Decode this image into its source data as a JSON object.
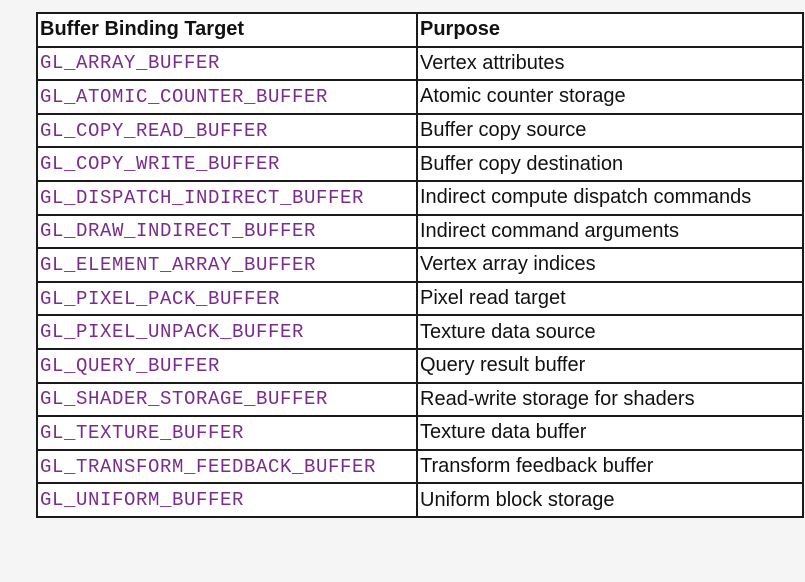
{
  "table": {
    "headers": {
      "target": "Buffer Binding Target",
      "purpose": "Purpose"
    },
    "rows": [
      {
        "target": "GL_ARRAY_BUFFER",
        "purpose": "Vertex attributes"
      },
      {
        "target": "GL_ATOMIC_COUNTER_BUFFER",
        "purpose": "Atomic counter storage"
      },
      {
        "target": "GL_COPY_READ_BUFFER",
        "purpose": "Buffer copy source"
      },
      {
        "target": "GL_COPY_WRITE_BUFFER",
        "purpose": "Buffer copy destination"
      },
      {
        "target": "GL_DISPATCH_INDIRECT_BUFFER",
        "purpose": "Indirect compute dispatch commands"
      },
      {
        "target": "GL_DRAW_INDIRECT_BUFFER",
        "purpose": "Indirect command arguments"
      },
      {
        "target": "GL_ELEMENT_ARRAY_BUFFER",
        "purpose": "Vertex array indices"
      },
      {
        "target": "GL_PIXEL_PACK_BUFFER",
        "purpose": "Pixel read target"
      },
      {
        "target": "GL_PIXEL_UNPACK_BUFFER",
        "purpose": "Texture data source"
      },
      {
        "target": "GL_QUERY_BUFFER",
        "purpose": "Query result buffer"
      },
      {
        "target": "GL_SHADER_STORAGE_BUFFER",
        "purpose": "Read-write storage for shaders"
      },
      {
        "target": "GL_TEXTURE_BUFFER",
        "purpose": "Texture data buffer"
      },
      {
        "target": "GL_TRANSFORM_FEEDBACK_BUFFER",
        "purpose": "Transform feedback buffer"
      },
      {
        "target": "GL_UNIFORM_BUFFER",
        "purpose": "Uniform block storage"
      }
    ]
  },
  "colors": {
    "target_text": "#7a2c8c",
    "border": "#1a1a1a",
    "background": "#f5f5f5"
  }
}
